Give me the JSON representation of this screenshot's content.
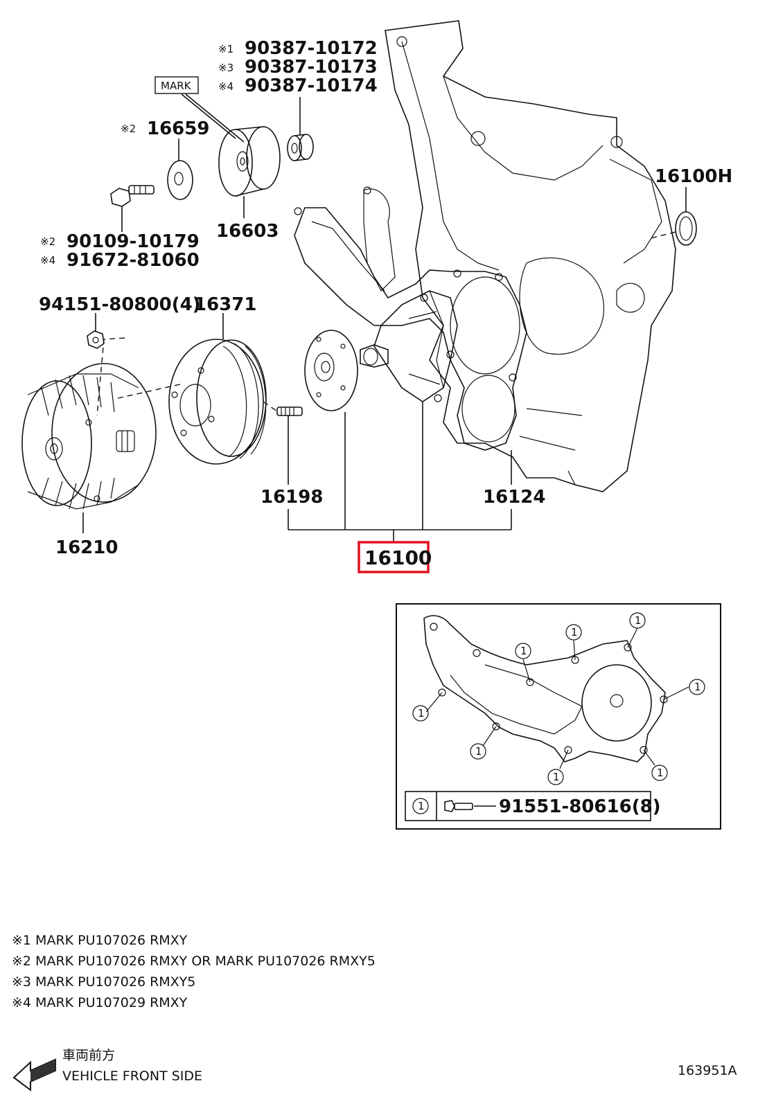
{
  "labels": {
    "sym1_prefix": "※1",
    "sym3_prefix": "※3",
    "sym4_prefix": "※4",
    "sym2_prefix": "※2",
    "p_90387_10172": "90387-10172",
    "p_90387_10173": "90387-10173",
    "p_90387_10174": "90387-10174",
    "mark_box": "MARK",
    "p_16659": "16659",
    "p_16603": "16603",
    "p_90109_10179": "90109-10179",
    "p_91672_81060": "91672-81060",
    "p_16100H": "16100H",
    "p_94151_80800": "94151-80800(4)",
    "p_16371": "16371",
    "p_16198": "16198",
    "p_16124": "16124",
    "p_16210": "16210",
    "p_16100": "16100",
    "inset_circle": "1",
    "p_91551_80616": "91551-80616(8)"
  },
  "notes": [
    "※1 MARK PU107026 RMXY",
    "※2 MARK PU107026 RMXY OR MARK PU107026 RMXY5",
    "※3 MARK PU107026 RMXY5",
    "※4 MARK PU107029 RMXY"
  ],
  "footer": {
    "jp": "車両前方",
    "en": "VEHICLE FRONT SIDE",
    "figure_id": "163951A"
  },
  "colors": {
    "highlight": "#e0101e",
    "ink": "#111111"
  }
}
